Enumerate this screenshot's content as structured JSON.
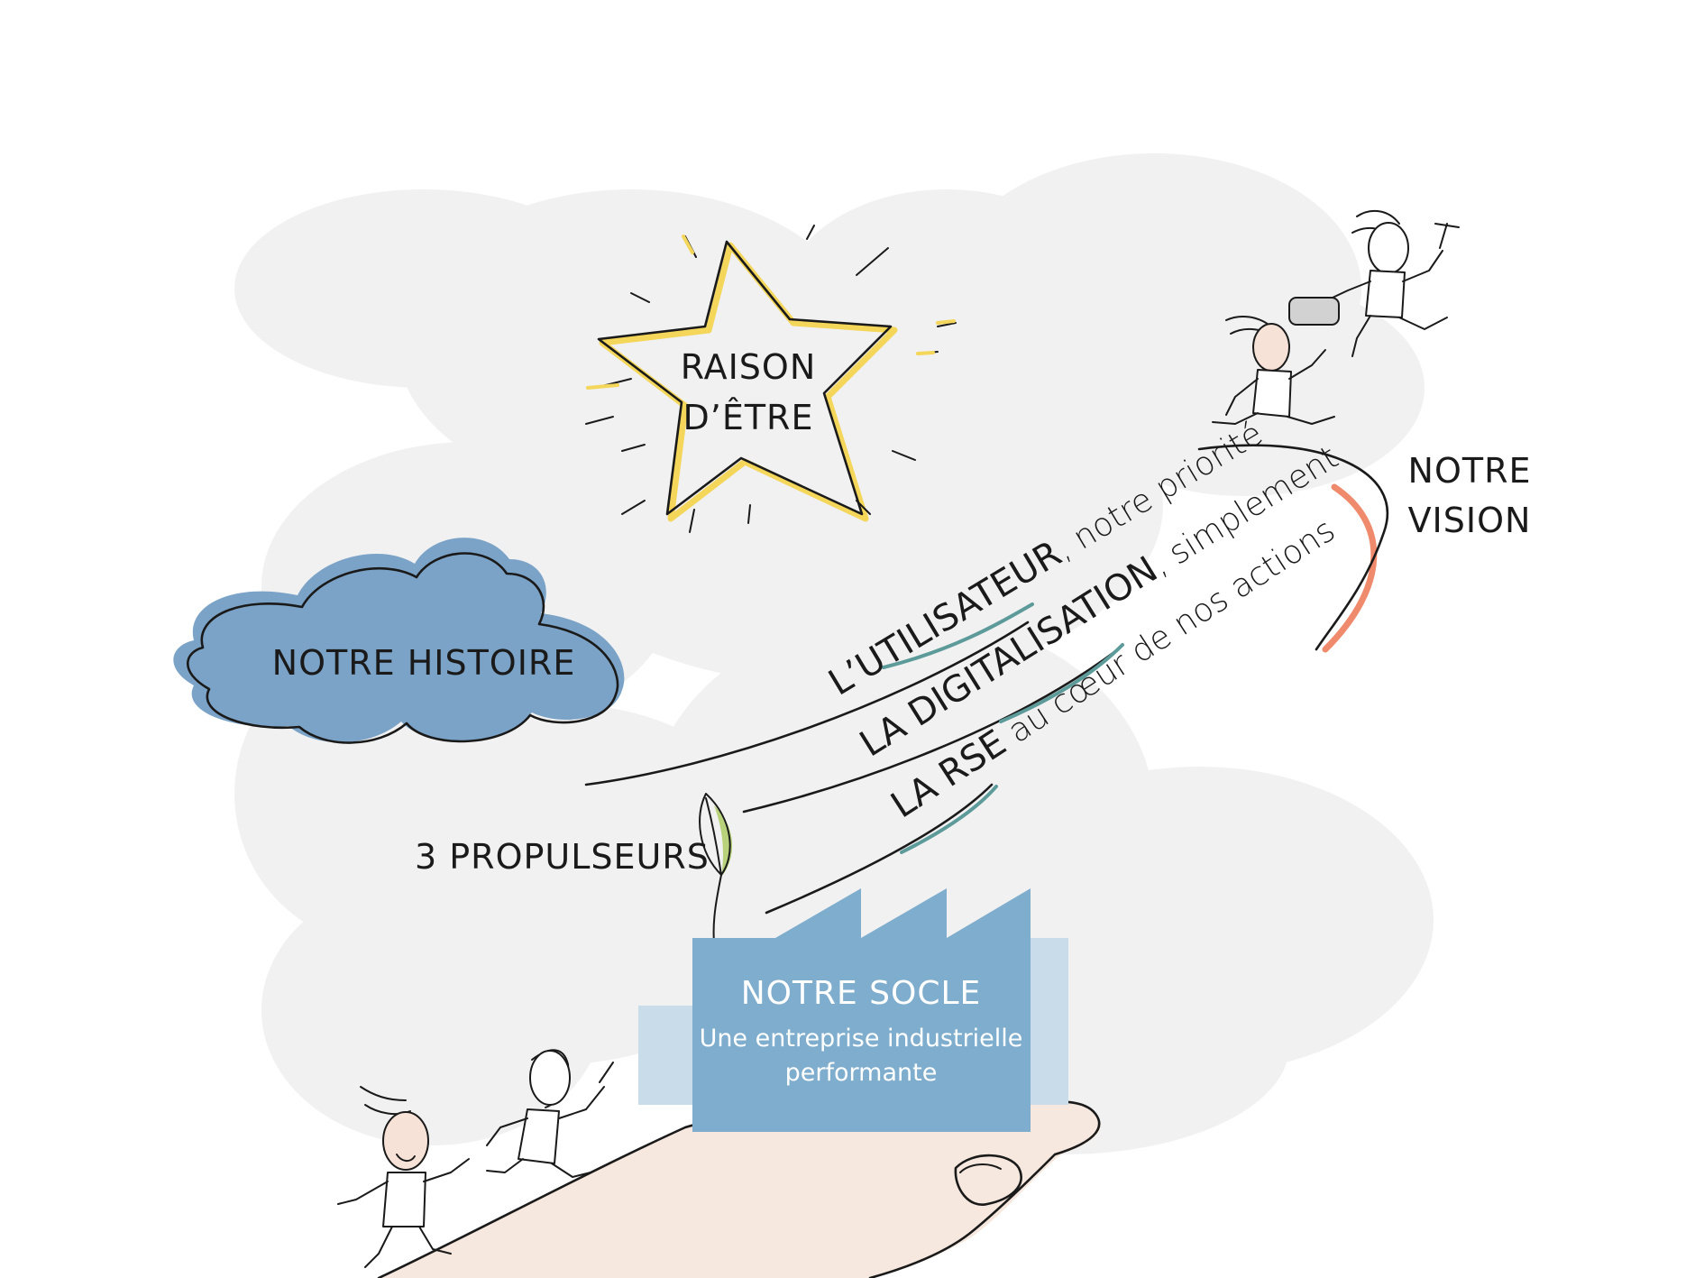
{
  "raison_etre": {
    "line1": "RAISON",
    "line2": "D’ÊTRE"
  },
  "histoire": {
    "label": "NOTRE HISTOIRE"
  },
  "vision": {
    "line1": "NOTRE",
    "line2": "VISION"
  },
  "propulseurs": {
    "label": "3 PROPULSEURS",
    "items": [
      {
        "strong": "L’UTILISATEUR",
        "rest": ", notre priorité"
      },
      {
        "strong": "LA DIGITALISATION",
        "rest": ", simplement"
      },
      {
        "strong": "LA RSE",
        "rest": " au cœur de nos actions"
      }
    ]
  },
  "socle": {
    "title": "NOTRE SOCLE",
    "line1": "Une entreprise industrielle",
    "line2": "performante"
  },
  "colors": {
    "cloud_bg": "#f1f1f1",
    "histoire_shadow": "#7ba3c7",
    "factory_main": "#7fadcd",
    "factory_back": "#c9dce9",
    "hand": "#f6e8de",
    "star_glow": "#f3d65a",
    "vision_accent": "#f08a6c",
    "underline_teal": "#5d9a9a",
    "leaf": "#b7d27a"
  },
  "icons": [
    "star-icon",
    "cloud-icon",
    "factory-icon",
    "hand-icon",
    "runner-icon",
    "leaf-icon",
    "suitcase-icon",
    "hammer-icon",
    "pencil-icon"
  ]
}
